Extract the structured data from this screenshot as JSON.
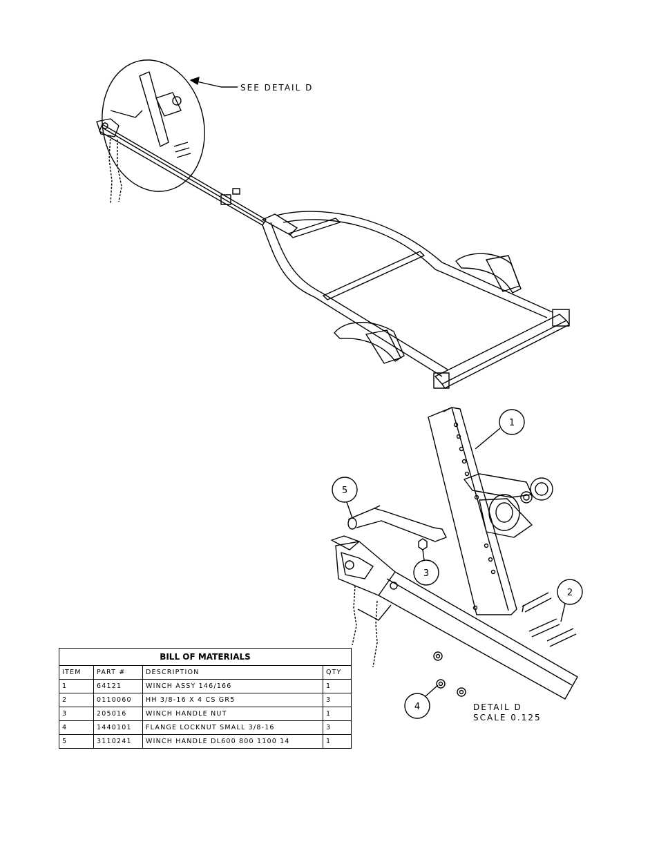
{
  "detail_callout": "SEE DETAIL  D",
  "detail_caption": {
    "line1": "DETAIL  D",
    "line2": "SCALE  0.125"
  },
  "callouts": [
    "1",
    "2",
    "3",
    "4",
    "5"
  ],
  "bom": {
    "title": "BILL OF MATERIALS",
    "headers": [
      "ITEM",
      "PART #",
      "DESCRIPTION",
      "QTY"
    ],
    "rows": [
      [
        "1",
        "64121",
        "WINCH ASSY   146/166",
        "1"
      ],
      [
        "2",
        "0110060",
        "HH 3/8-16 X 4 CS GR5",
        "3"
      ],
      [
        "3",
        "205016",
        "WINCH HANDLE NUT",
        "1"
      ],
      [
        "4",
        "1440101",
        "FLANGE LOCKNUT SMALL 3/8-16",
        "3"
      ],
      [
        "5",
        "3110241",
        "WINCH HANDLE    DL600 800 1100 14",
        "1"
      ]
    ]
  }
}
